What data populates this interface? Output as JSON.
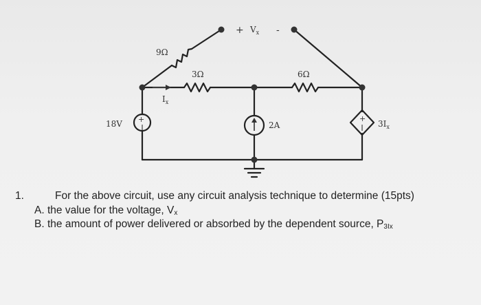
{
  "circuit": {
    "labels": {
      "r9": "9Ω",
      "r3": "3Ω",
      "r6": "6Ω",
      "vs": "18V",
      "is": "2A",
      "dep": "3I",
      "dep_sub": "x",
      "ix": "I",
      "ix_sub": "x",
      "vx_plus": "+",
      "vx": "V",
      "vx_sub": "x",
      "vx_minus": "-"
    }
  },
  "question": {
    "number": "1.",
    "stem": "For the above circuit, use any circuit analysis technique to determine (15pts)",
    "items": [
      {
        "marker": "A.",
        "text": "the value for the voltage, V",
        "sub": "x"
      },
      {
        "marker": "B.",
        "text": "the amount of power delivered or absorbed by the dependent source, P",
        "sub": "3Ix"
      }
    ]
  }
}
